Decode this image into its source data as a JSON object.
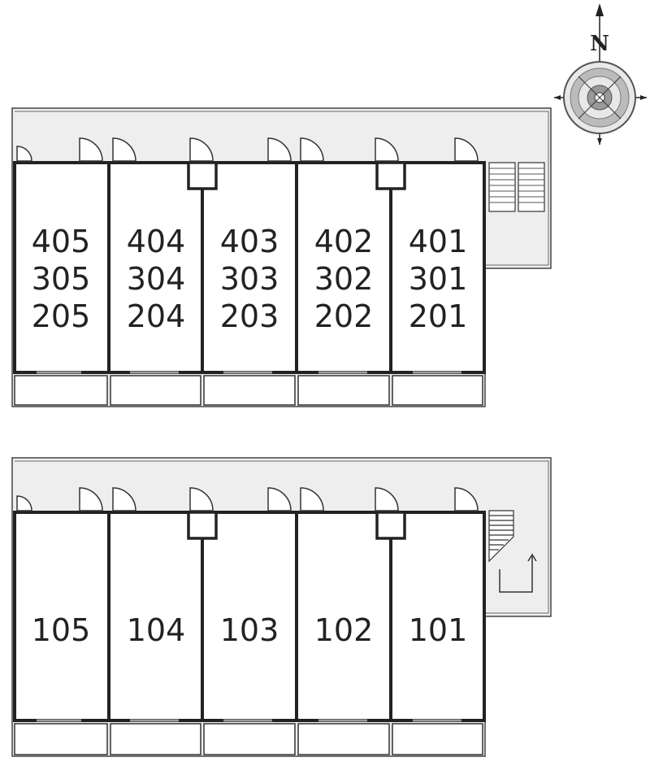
{
  "compass": {
    "north_label": "N",
    "icon": "compass-rose-icon"
  },
  "upper_building": {
    "units": [
      {
        "floors": [
          "405",
          "305",
          "205"
        ]
      },
      {
        "floors": [
          "404",
          "304",
          "204"
        ]
      },
      {
        "floors": [
          "403",
          "303",
          "203"
        ]
      },
      {
        "floors": [
          "402",
          "302",
          "202"
        ]
      },
      {
        "floors": [
          "401",
          "301",
          "201"
        ]
      }
    ]
  },
  "lower_building": {
    "units": [
      "105",
      "104",
      "103",
      "102",
      "101"
    ]
  },
  "colors": {
    "corridor_fill": "#eeeeee",
    "wall": "#222222",
    "line": "#555555"
  }
}
